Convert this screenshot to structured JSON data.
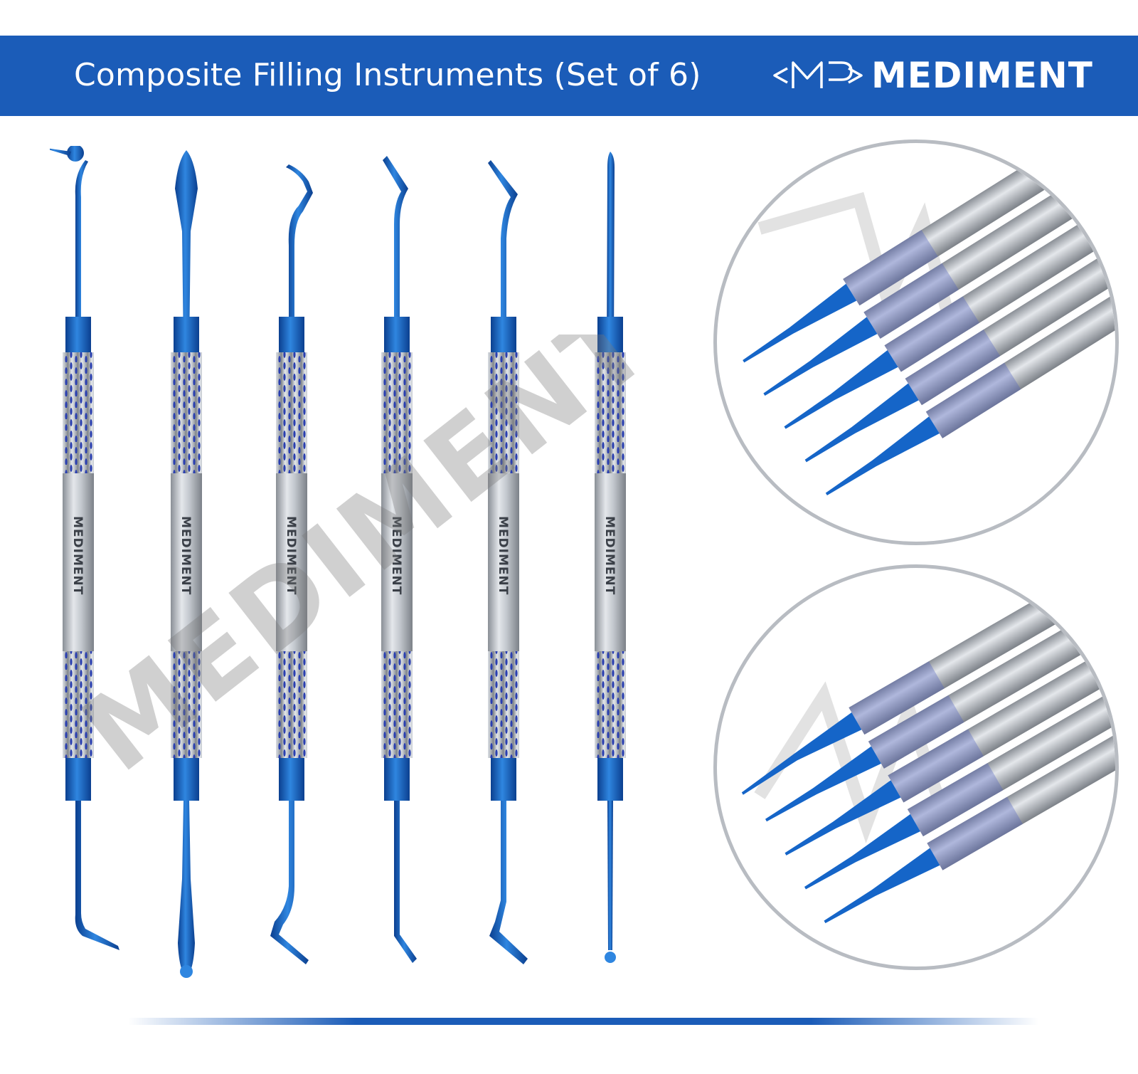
{
  "header": {
    "title": "Composite Filling Instruments (Set of 6)",
    "brand": "MEDIMENT"
  },
  "colors": {
    "banner": "#1b5cb8",
    "instrument_blue": "#1565c8",
    "steel": "#c7cbd1"
  },
  "icons": {
    "logo": "mediment-m-logo-icon"
  },
  "instruments": {
    "handle_label": "MEDIMENT",
    "count": 6
  }
}
